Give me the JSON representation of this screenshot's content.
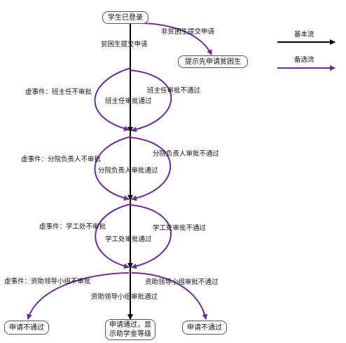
{
  "nodes": {
    "start": "学生已登录",
    "prompt_apply": "提示先申请贫困生",
    "reject_left": "申请不通过",
    "success_line1": "申请通过，显",
    "success_line2": "示助学金等级",
    "reject_right": "申请不通过"
  },
  "edge_labels": {
    "not_poor_apply": "非贫困生提交申请",
    "poor_apply": "贫困生提交申请",
    "virtual_head_teacher": "虚事件：班主任不审批",
    "head_teacher_reject": "班主任审批不通过",
    "head_teacher_pass": "班主任审批通过",
    "virtual_branch_leader": "虚事件：分院负责人不审批",
    "branch_leader_reject": "分院负责人审批不通过",
    "branch_leader_pass": "分院负责人审批通过",
    "virtual_student_office": "虚事件：学工处不审批",
    "student_office_reject": "学工处审批不通过",
    "student_office_pass": "学工处审批通过",
    "virtual_aid_group": "虚事件：资助领导小组不审批",
    "aid_group_reject": "资助领导小组审批不通过",
    "aid_group_pass": "资助领导小组审批通过"
  },
  "legend": {
    "basic_flow": "基本流",
    "alt_flow": "备选流"
  },
  "colors": {
    "basic_flow": "#000000",
    "alt_flow": "#6a2f8e"
  }
}
